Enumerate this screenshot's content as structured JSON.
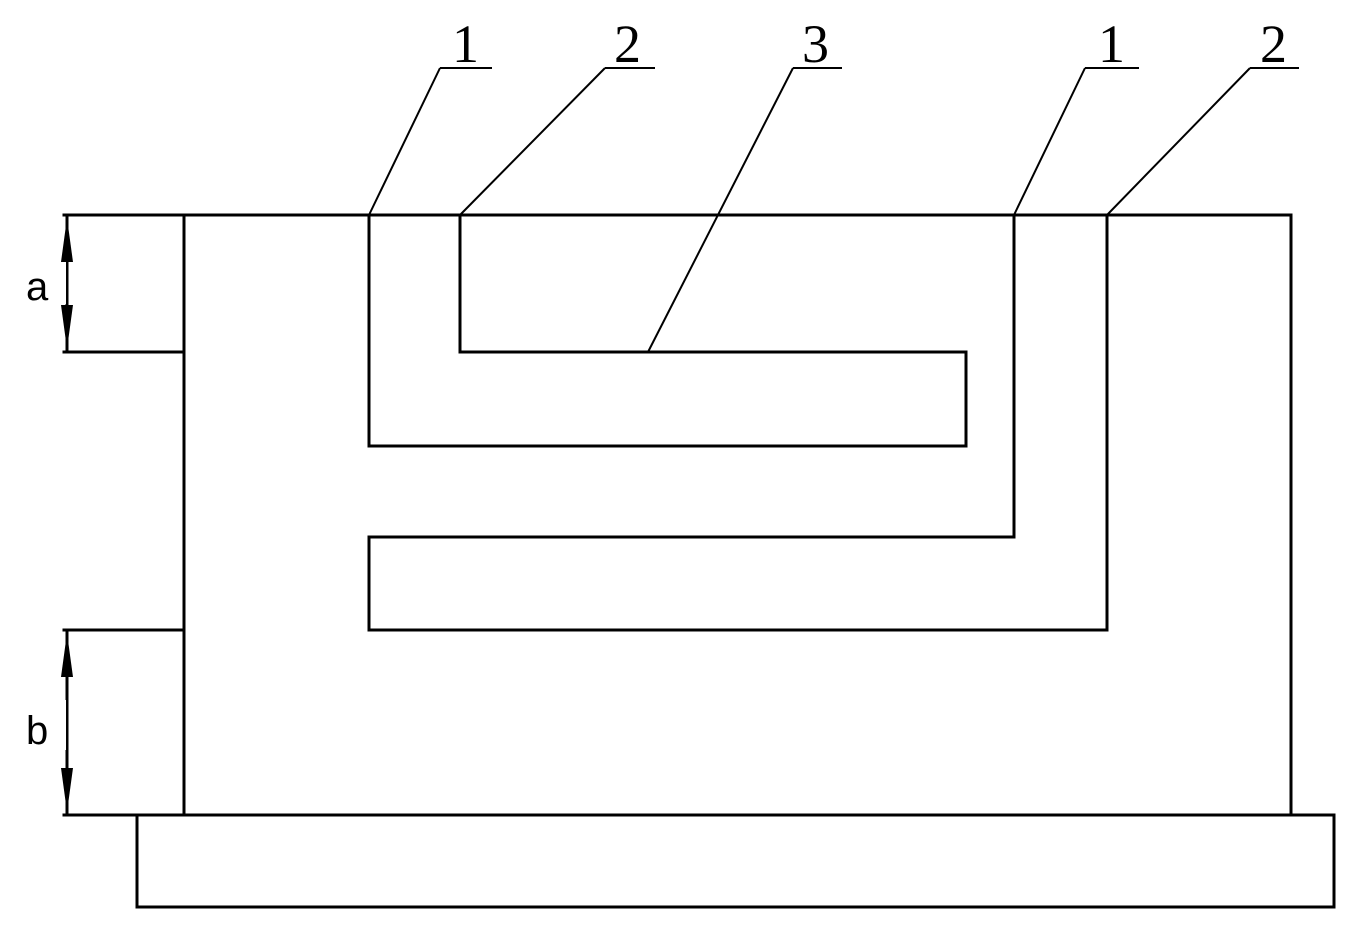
{
  "callouts": [
    {
      "id": "c1a",
      "text": "1"
    },
    {
      "id": "c2a",
      "text": "2"
    },
    {
      "id": "c3",
      "text": "3"
    },
    {
      "id": "c1b",
      "text": "1"
    },
    {
      "id": "c2b",
      "text": "2"
    }
  ],
  "dimensions": {
    "a": "a",
    "b": "b"
  }
}
